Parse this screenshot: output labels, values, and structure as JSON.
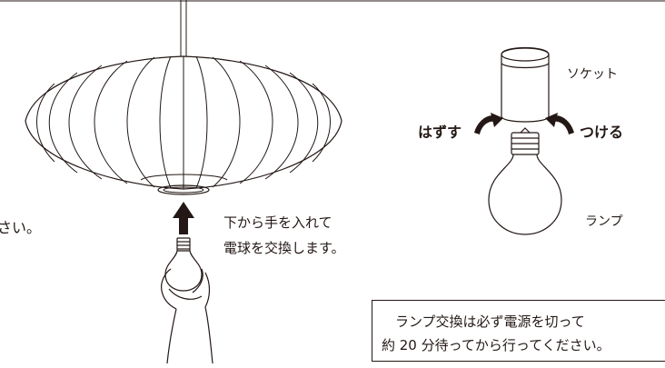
{
  "instruction_left": "さい。",
  "install_instruction": {
    "line1": "下から手を入れて",
    "line2": "電球を交換します。"
  },
  "labels": {
    "socket": "ソケット",
    "lamp": "ランプ",
    "remove": "はずす",
    "attach": "つける"
  },
  "caution_note": {
    "line1": "ランプ交換は必ず電源を切って",
    "line2": "約 20 分待ってから行ってください。"
  }
}
